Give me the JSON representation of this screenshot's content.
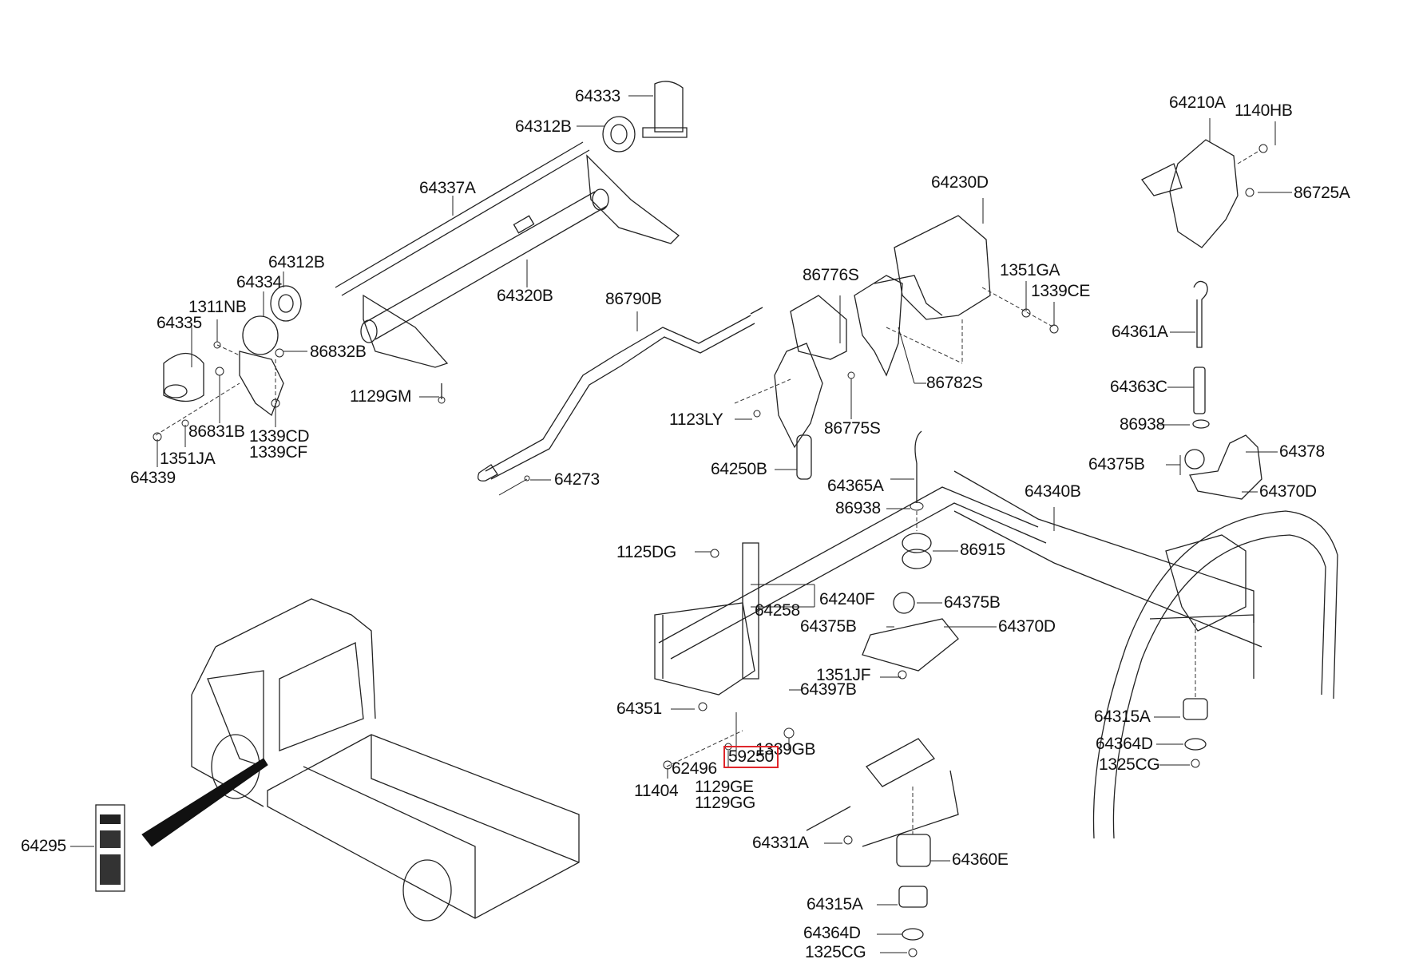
{
  "title": "Frame & cab tilt components - exploded parts diagram",
  "highlight_color": "#e0262b",
  "highlighted_part": "59250",
  "labels": {
    "p64333": "64333",
    "p64312B_top": "64312B",
    "p64337A": "64337A",
    "p64312B_left": "64312B",
    "p64334": "64334",
    "p1311NB": "1311NB",
    "p64335": "64335",
    "p86832B": "86832B",
    "p64320B": "64320B",
    "p1129GM": "1129GM",
    "p86831B": "86831B",
    "p1339CD": "1339CD",
    "p1339CF": "1339CF",
    "p1351JA": "1351JA",
    "p64339": "64339",
    "p86790B": "86790B",
    "p64273": "64273",
    "p64230D": "64230D",
    "p86776S": "86776S",
    "p1351GA": "1351GA",
    "p1339CE": "1339CE",
    "p86782S": "86782S",
    "p1123LY": "1123LY",
    "p86775S": "86775S",
    "p64250B": "64250B",
    "p64210A": "64210A",
    "p1140HB": "1140HB",
    "p86725A": "86725A",
    "p64361A": "64361A",
    "p64363C": "64363C",
    "p86938_right": "86938",
    "p64375B_right": "64375B",
    "p64378": "64378",
    "p64370D_right": "64370D",
    "p64365A": "64365A",
    "p86938_mid": "86938",
    "p64340B": "64340B",
    "p86915": "86915",
    "p1125DG": "1125DG",
    "p64240F": "64240F",
    "p64258": "64258",
    "p64375B_mid": "64375B",
    "p64375B_left": "64375B",
    "p64370D_mid": "64370D",
    "p1351JF": "1351JF",
    "p64397B": "64397B",
    "p64351": "64351",
    "p1339GB": "1339GB",
    "p59250": "59250",
    "p62496": "62496",
    "p11404": "11404",
    "p1129GE": "1129GE",
    "p1129GG": "1129GG",
    "p64315A_right": "64315A",
    "p64364D_right": "64364D",
    "p1325CG_right": "1325CG",
    "p64331A": "64331A",
    "p64360E": "64360E",
    "p64315A_bottom": "64315A",
    "p64364D_bottom": "64364D",
    "p1325CG_bottom": "1325CG",
    "p64295": "64295"
  }
}
